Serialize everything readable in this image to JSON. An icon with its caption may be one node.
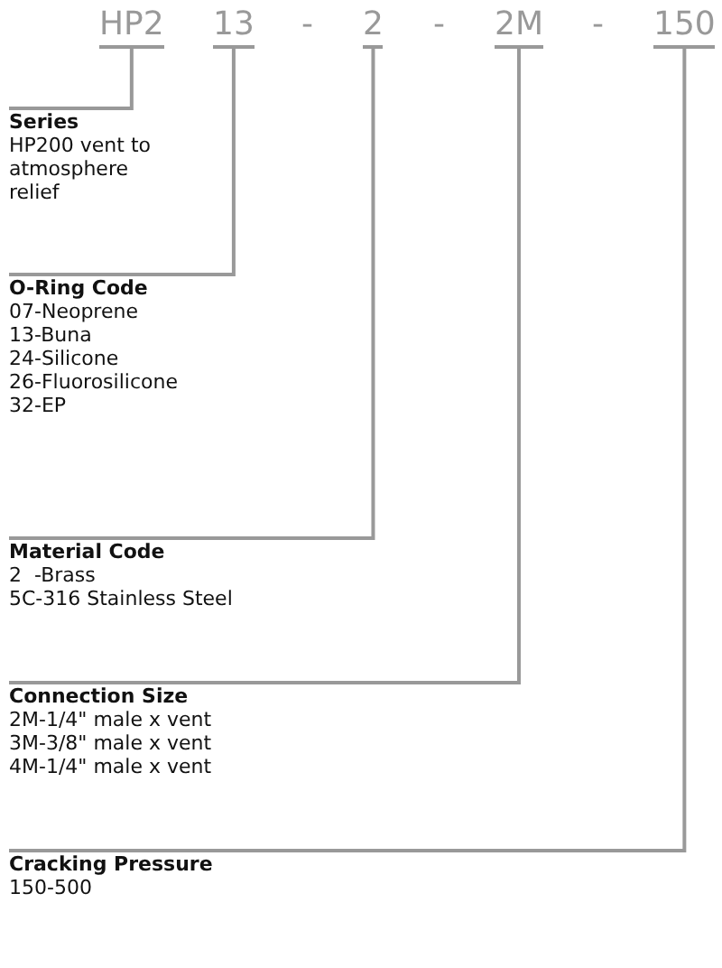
{
  "diagram": {
    "nodes": [
      {
        "text": [
          "HP2"
        ]
      },
      {
        "text": [
          "13"
        ]
      },
      {
        "text": [
          "2"
        ]
      },
      {
        "text": [
          "2M"
        ]
      },
      {
        "text": [
          "150"
        ]
      },
      {
        "text": [
          "Series",
          "HP200 vent to atmosphere relief"
        ]
      },
      {
        "text": [
          "O-Ring Code",
          "07-Neoprene",
          "13-Buna",
          "24-Silicone",
          "26-Fluorosilicone",
          "32-EP"
        ]
      },
      {
        "text": [
          "Material Code",
          "2  -Brass",
          "5C-316 Stainless Steel"
        ]
      },
      {
        "text": [
          "Connection Size",
          "2M-1/4\" male x vent",
          "3M-3/8\" male x vent",
          "4M-1/4\" male x vent"
        ]
      },
      {
        "text": [
          "Cracking Pressure",
          "150-500"
        ]
      }
    ],
    "edges": [
      {
        "from": 5,
        "to": 0,
        "arrow": "none"
      },
      {
        "from": 6,
        "to": 1,
        "arrow": "none"
      },
      {
        "from": 7,
        "to": 2,
        "arrow": "none"
      },
      {
        "from": 8,
        "to": 3,
        "arrow": "none"
      },
      {
        "from": 9,
        "to": 4,
        "arrow": "none"
      }
    ],
    "labels": [
      "-",
      "-",
      "-"
    ]
  }
}
